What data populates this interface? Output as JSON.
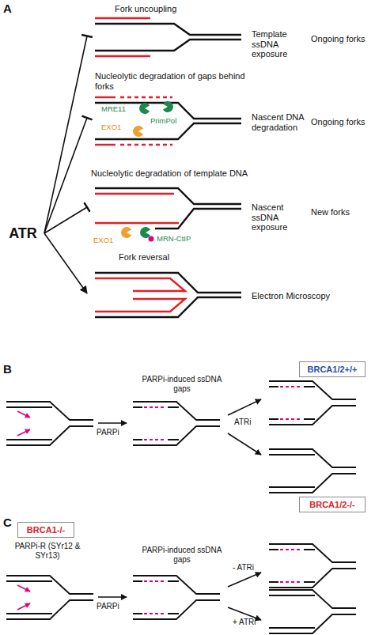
{
  "diagram": {
    "nodes": [
      {
        "text": [
          "ATR"
        ]
      },
      {
        "text": [
          "Fork uncoupling",
          "Template ssDNA exposure",
          "Ongoing forks"
        ]
      },
      {
        "text": [
          "Nucleolytic degradation of gaps behind forks",
          "Nascent DNA degradation",
          "Ongoing forks"
        ]
      },
      {
        "text": [
          "Nucleolytic degradation of template DNA",
          "Nascent ssDNA exposure",
          "New forks"
        ]
      },
      {
        "text": [
          "Fork reversal",
          "Electron Microscopy"
        ]
      },
      {
        "text": [
          "BRCA1/2+/+"
        ]
      },
      {
        "text": [
          "BRCA1/2-/-"
        ]
      },
      {
        "text": [
          "BRCA1-/-"
        ]
      }
    ],
    "edges": [
      {
        "from": 0,
        "to": 1,
        "arrow": "to"
      },
      {
        "from": 0,
        "to": 2,
        "arrow": "to"
      },
      {
        "from": 0,
        "to": 3,
        "arrow": "to"
      },
      {
        "from": 0,
        "to": 4,
        "arrow": "to"
      }
    ],
    "labels": [
      "A",
      "MRE11",
      "PrimPol",
      "EXO1",
      "EXO1",
      "MRN-CtIP",
      "B",
      "PARPi",
      "PARPi-induced ssDNA gaps",
      "ATRi",
      "C",
      "PARPi-R (SYr12 & SYr13)",
      "PARPi",
      "PARPi-induced ssDNA gaps",
      "- ATRi",
      "+ ATRi"
    ]
  }
}
